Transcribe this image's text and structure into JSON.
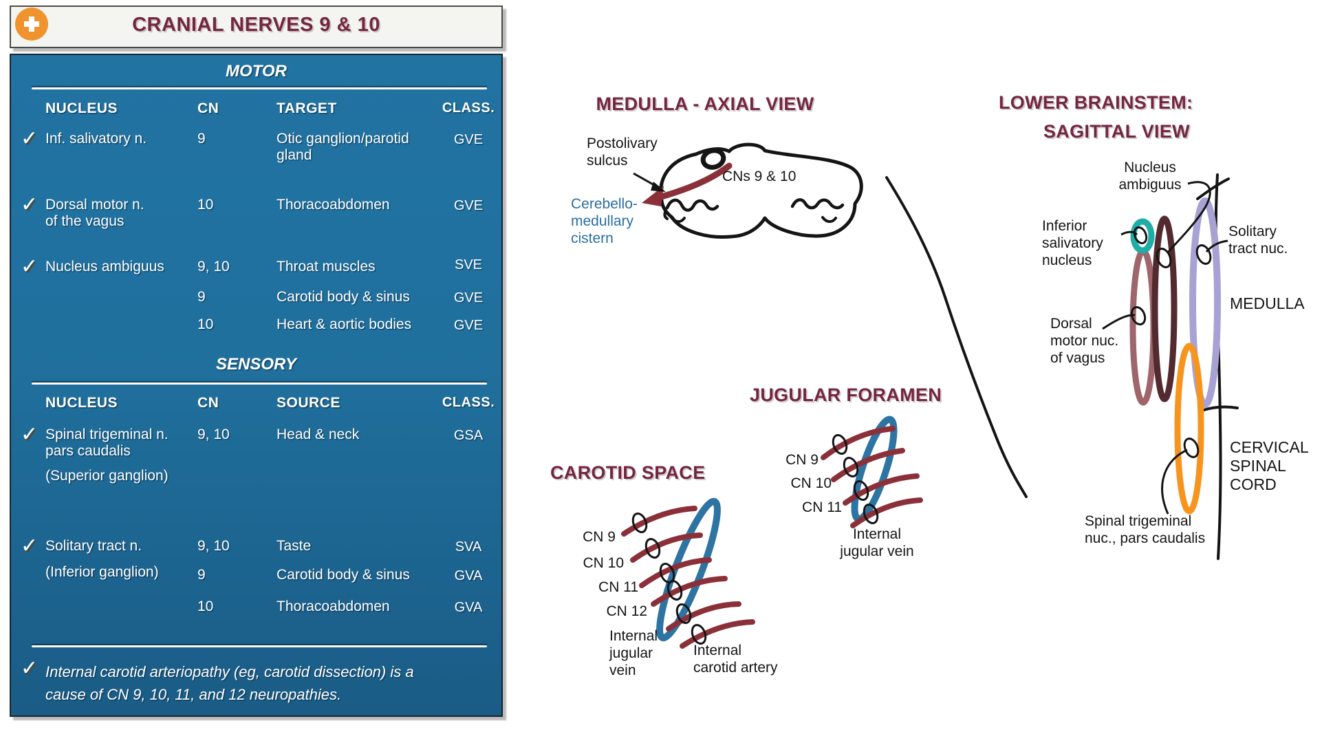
{
  "colors": {
    "maroon_title": "#74263f",
    "panel_blue_top": "#2173a2",
    "panel_blue_bottom": "#1a5c86",
    "nerve_dark_red": "#8b3039",
    "vein_steel_blue": "#2d74a3",
    "teal_nucleus": "#1fada6",
    "rose_nucleus": "#9e666b",
    "dark_maroon_nucleus": "#532a2f",
    "lavender_nucleus": "#a8a2d4",
    "orange_nucleus": "#f7941e",
    "icon_orange": "#f0932d"
  },
  "header": {
    "title": "CRANIAL NERVES 9 & 10",
    "icon": "medical-plus-icon"
  },
  "table": {
    "checkmark": "✓",
    "motor": {
      "label": "MOTOR",
      "col_nucleus": "NUCLEUS",
      "col_cn": "CN",
      "col_target": "TARGET",
      "col_class": "CLASS.",
      "rows": [
        {
          "nucleus": "Inf. salivatory n.",
          "cn": "9",
          "target": "Otic ganglion/parotid gland",
          "cls": "GVE"
        },
        {
          "nucleus": "Dorsal motor n.\nof the vagus",
          "cn": "10",
          "target": "Thoracoabdomen",
          "cls": "GVE"
        },
        {
          "nucleus": "Nucleus ambiguus",
          "cn": "9, 10",
          "target": "Throat muscles",
          "cls": "SVE"
        },
        {
          "cn": "9",
          "target": "Carotid body & sinus",
          "cls": "GVE"
        },
        {
          "cn": "10",
          "target": "Heart & aortic bodies",
          "cls": "GVE"
        }
      ]
    },
    "sensory": {
      "label": "SENSORY",
      "col_nucleus": "NUCLEUS",
      "col_cn": "CN",
      "col_source": "SOURCE",
      "col_class": "CLASS.",
      "rows": [
        {
          "nucleus": "Spinal trigeminal n.\npars caudalis",
          "ganglion": "(Superior ganglion)",
          "cn": "9, 10",
          "source": "Head & neck",
          "cls": "GSA"
        },
        {
          "nucleus": "Solitary tract n.",
          "ganglion": "(Inferior ganglion)",
          "cn": "9, 10",
          "source": "Taste",
          "cls": "SVA"
        },
        {
          "cn": "9",
          "source": "Carotid body & sinus",
          "cls": "GVA"
        },
        {
          "cn": "10",
          "source": "Thoracoabdomen",
          "cls": "GVA"
        }
      ]
    },
    "footnote": "Internal carotid arteriopathy (eg, carotid dissection) is a\ncause of CN 9, 10, 11, and 12 neuropathies."
  },
  "axial": {
    "title": "MEDULLA - AXIAL VIEW",
    "postolivary": "Postolivary\nsulcus",
    "cns_label": "CNs 9 & 10",
    "cistern": "Cerebello-\nmedullary\ncistern"
  },
  "jugular": {
    "title": "JUGULAR FORAMEN",
    "cn9": "CN 9",
    "cn10": "CN 10",
    "cn11": "CN 11",
    "vein": "Internal\njugular vein"
  },
  "carotid": {
    "title": "CAROTID SPACE",
    "cn9": "CN 9",
    "cn10": "CN 10",
    "cn11": "CN 11",
    "cn12": "CN 12",
    "vein": "Internal\njugular\nvein",
    "artery": "Internal\ncarotid artery"
  },
  "sagittal": {
    "title_line1": "LOWER BRAINSTEM:",
    "title_line2": "SAGITTAL VIEW",
    "nucleus_ambiguus": "Nucleus\nambiguus",
    "inferior_salivatory": "Inferior\nsalivatory\nnucleus",
    "solitary_tract": "Solitary\ntract nuc.",
    "medulla": "MEDULLA",
    "dorsal_motor": "Dorsal\nmotor nuc.\nof vagus",
    "cervical_cord": "CERVICAL\nSPINAL\nCORD",
    "spinal_trigeminal": "Spinal trigeminal\nnuc., pars caudalis"
  }
}
